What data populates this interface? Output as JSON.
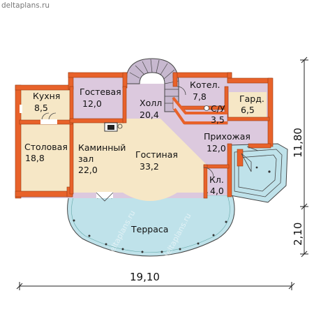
{
  "watermark": "deltaplans.ru",
  "rooms": [
    {
      "id": "kitchen",
      "name": "Кухня",
      "area": "8,5"
    },
    {
      "id": "guest",
      "name": "Гостевая",
      "area": "12,0"
    },
    {
      "id": "hall",
      "name": "Холл",
      "area": "20,4"
    },
    {
      "id": "boiler",
      "name": "Котел.",
      "area": "7,8"
    },
    {
      "id": "wardrobe",
      "name": "Гард.",
      "area": "6,5"
    },
    {
      "id": "bathroom",
      "name": "С/У",
      "area": "3,5"
    },
    {
      "id": "dining",
      "name": "Столовая",
      "area": "18,8"
    },
    {
      "id": "fireplace",
      "name": "Каминный",
      "name2": "зал",
      "area": "22,0"
    },
    {
      "id": "living",
      "name": "Гостиная",
      "area": "33,2"
    },
    {
      "id": "entrance",
      "name": "Прихожая",
      "area": "12,0"
    },
    {
      "id": "pantry",
      "name": "Кл.",
      "area": "4,0"
    },
    {
      "id": "terrace",
      "name": "Терраса",
      "area": ""
    }
  ],
  "dimensions": {
    "width": "19,10",
    "depth": "11,80",
    "terrace_depth": "2,10"
  },
  "colors": {
    "wall": "#e8622a",
    "wall_outline": "#9a3a10",
    "floor_purple": "#dcc9de",
    "floor_peach": "#f6e7c6",
    "terrace": "#bfe2ea",
    "stair": "#c7b8cf"
  }
}
